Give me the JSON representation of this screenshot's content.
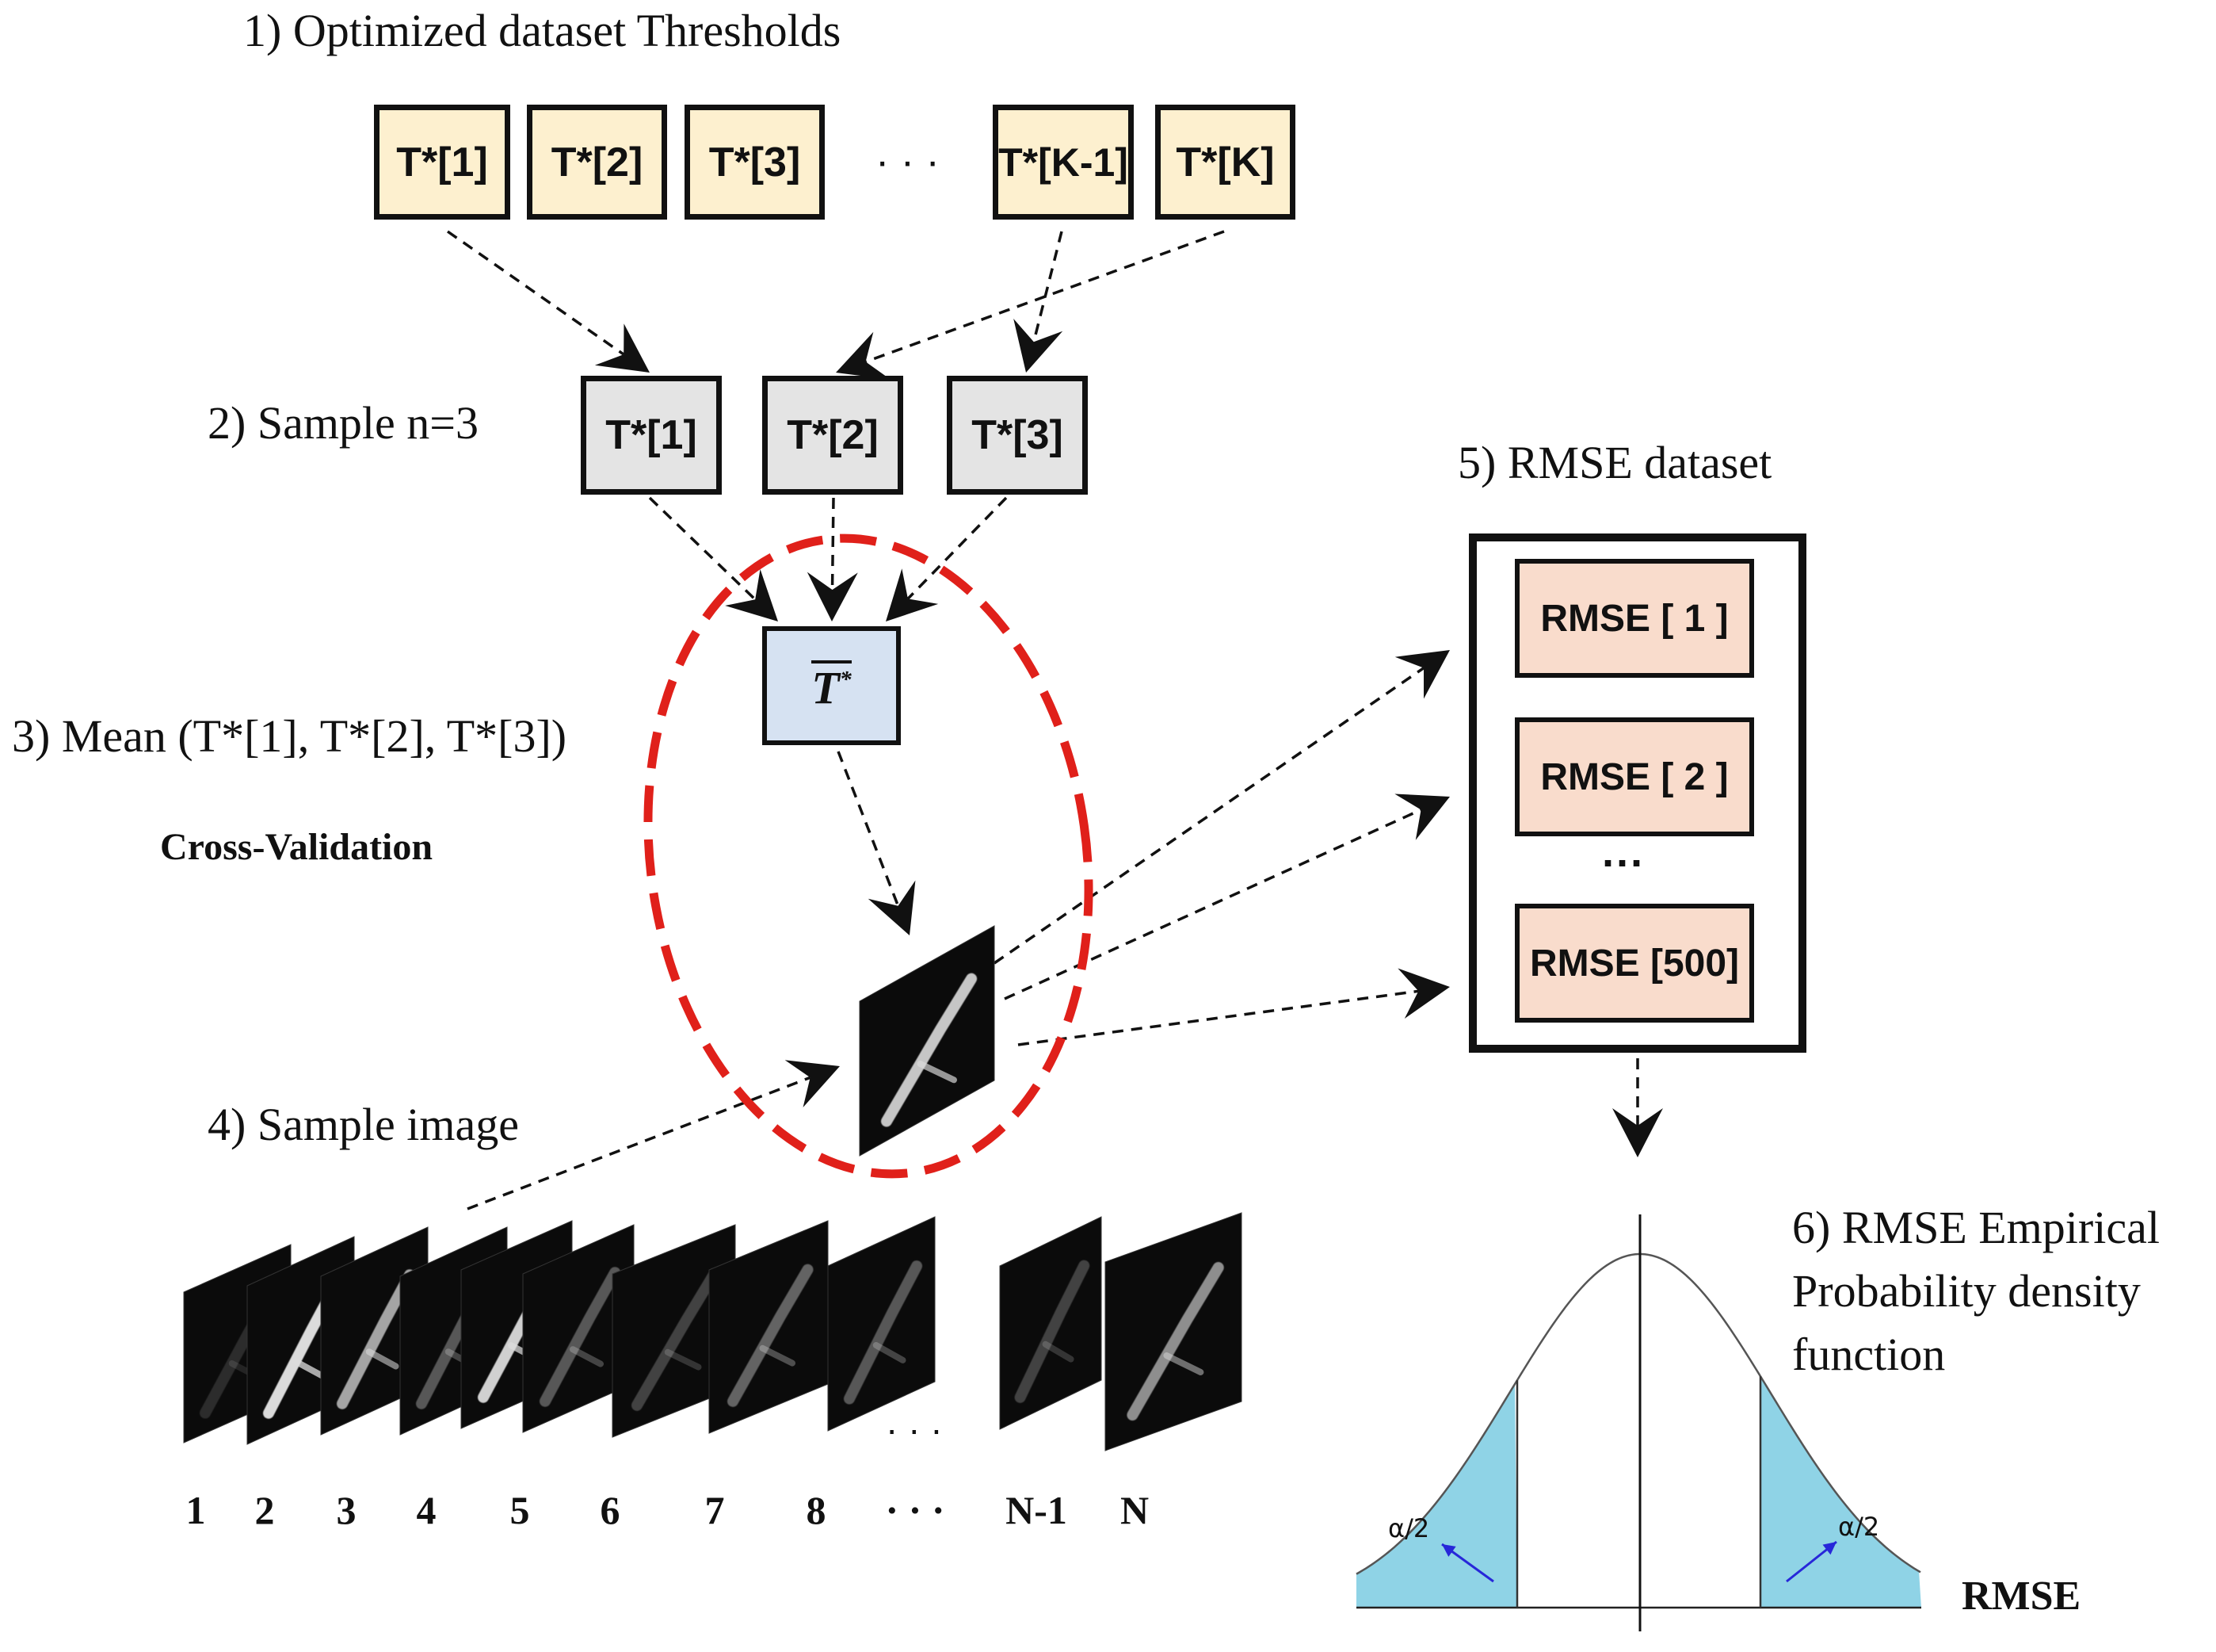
{
  "labels": {
    "step1": "1) Optimized dataset Thresholds",
    "step2": "2) Sample n=3",
    "step3": "3) Mean (T*[1], T*[2], T*[3])",
    "cross_validation": "Cross-Validation",
    "step4": "4) Sample image",
    "step5": "5) RMSE dataset",
    "step6_line1": "6) RMSE Empirical",
    "step6_line2": "Probability density",
    "step6_line3": "function",
    "rmse_axis": "RMSE"
  },
  "thresholds": [
    "T*[1]",
    "T*[2]",
    "T*[3]",
    "T*[K-1]",
    "T*[K]"
  ],
  "thresholds_ellipsis": "· · ·",
  "samples": [
    "T*[1]",
    "T*[2]",
    "T*[3]"
  ],
  "mean_symbol": {
    "base": "T",
    "sup": "*"
  },
  "rmse_items": [
    "RMSE [ 1 ]",
    "RMSE [ 2 ]",
    "RMSE [500]"
  ],
  "rmse_ellipsis": "···",
  "image_indices": [
    "1",
    "2",
    "3",
    "4",
    "5",
    "6",
    "7",
    "8",
    "· · ·",
    "N-1",
    "N"
  ],
  "images_ellipsis": "· · ·",
  "alpha_label": "α/2",
  "colors": {
    "threshold_fill": "#fdf0cf",
    "sample_fill": "#e4e4e4",
    "mean_fill": "#d6e2f2",
    "rmse_fill": "#f9dccc",
    "ellipse": "#e0201a",
    "tail_fill": "#8fd3e6",
    "alpha_arrow": "#2727d9"
  }
}
